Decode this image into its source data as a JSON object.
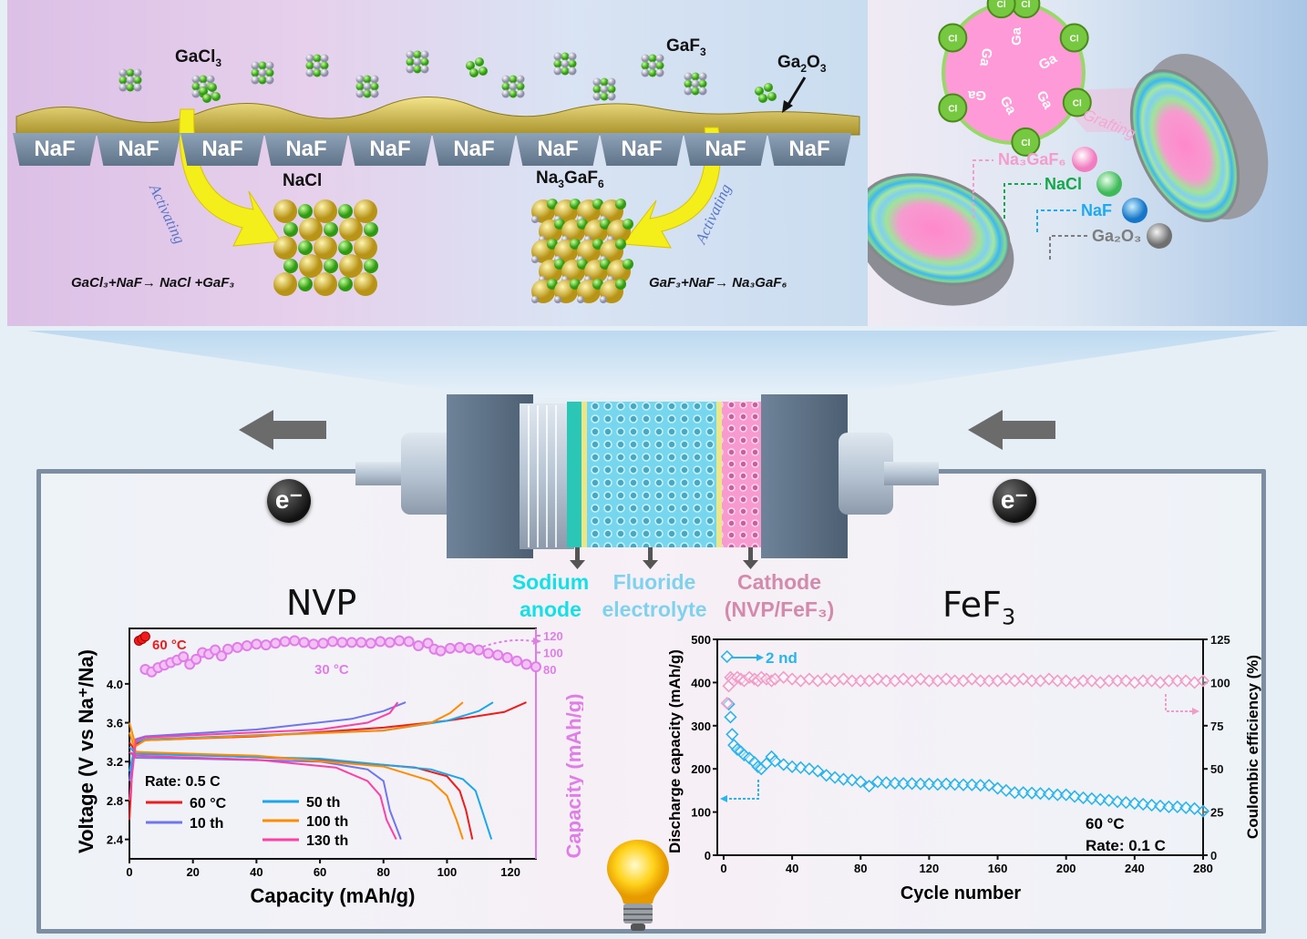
{
  "top_left": {
    "substrate_label": "NaF",
    "naf_count": 10,
    "gacl3": "GaCl",
    "gacl3_sub": "3",
    "gaf3": "GaF",
    "gaf3_sub": "3",
    "ga2o3": "Ga",
    "ga2o3_sub1": "2",
    "ga2o3_mid": "O",
    "ga2o3_sub2": "3",
    "nacl": "NaCl",
    "na3gaf6_a": "Na",
    "na3gaf6_sub1": "3",
    "na3gaf6_b": "GaF",
    "na3gaf6_sub2": "6",
    "activating_left": "Activating",
    "activating_right": "Activating",
    "equation_left": "GaCl₃+NaF→ NaCl +GaF₃",
    "equation_right": "GaF₃+NaF→ Na₃GaF₆"
  },
  "top_right": {
    "grafting": "Grafting",
    "ga_label": "Ga",
    "cl_label": "Cl",
    "legend": [
      {
        "label": "Na₃GaF₆",
        "color": "#f59ccf"
      },
      {
        "label": "NaCl",
        "color": "#14a84a"
      },
      {
        "label": "NaF",
        "color": "#1eaaf0"
      },
      {
        "label": "Ga₂O₃",
        "color": "#7d7d7d"
      }
    ]
  },
  "cell": {
    "electron": "e⁻",
    "anode_line1": "Sodium",
    "anode_line2": "anode",
    "electrolyte_line1": "Fluoride",
    "electrolyte_line2": "electrolyte",
    "cathode_line1": "Cathode",
    "cathode_line2": "(NVP/FeF₃)",
    "anode_color": "#14e0e8",
    "electrolyte_color": "#7fd2ee",
    "cathode_color": "#d48aac"
  },
  "titles": {
    "nvp": "NVP",
    "fef3": "FeF",
    "fef3_sub": "3"
  },
  "chart_data": [
    {
      "type": "line",
      "title": "NVP",
      "xlabel": "Capacity (mAh/g)",
      "ylabel": "Voltage (V vs Na⁺/Na)",
      "y2label": "Capacity (mAh/g)",
      "xlim": [
        0,
        128
      ],
      "ylim": [
        2.2,
        4.57
      ],
      "y2lim": [
        -145,
        128.6
      ],
      "xticks": [
        0,
        20,
        40,
        60,
        80,
        100,
        120
      ],
      "yticks": [
        2.4,
        2.8,
        3.2,
        3.6,
        4.0
      ],
      "y2ticks": [
        80,
        100,
        120
      ],
      "annotations": {
        "rate": "Rate: 0.5 C",
        "temp_hot": "60 °C",
        "temp_cold": "30 °C"
      },
      "series": [
        {
          "name": "60 °C",
          "color": "#ee1c1c",
          "charge": [
            [
              0,
              2.6
            ],
            [
              1,
              3.2
            ],
            [
              2,
              3.38
            ],
            [
              5,
              3.42
            ],
            [
              40,
              3.46
            ],
            [
              80,
              3.55
            ],
            [
              100,
              3.62
            ],
            [
              118,
              3.71
            ],
            [
              125,
              3.81
            ]
          ],
          "discharge": [
            [
              0,
              3.4
            ],
            [
              2,
              3.3
            ],
            [
              20,
              3.27
            ],
            [
              60,
              3.22
            ],
            [
              90,
              3.14
            ],
            [
              100,
              3.05
            ],
            [
              104,
              2.9
            ],
            [
              106,
              2.7
            ],
            [
              108,
              2.4
            ]
          ]
        },
        {
          "name": "10 th",
          "color": "#6f74f0",
          "charge": [
            [
              0,
              3.0
            ],
            [
              2,
              3.43
            ],
            [
              5,
              3.46
            ],
            [
              40,
              3.53
            ],
            [
              70,
              3.64
            ],
            [
              80,
              3.72
            ],
            [
              87,
              3.81
            ]
          ],
          "discharge": [
            [
              0,
              3.3
            ],
            [
              2,
              3.24
            ],
            [
              20,
              3.23
            ],
            [
              60,
              3.2
            ],
            [
              75,
              3.12
            ],
            [
              80,
              3.0
            ],
            [
              82,
              2.7
            ],
            [
              85.5,
              2.4
            ]
          ]
        },
        {
          "name": "50 th",
          "color": "#1aa7ee",
          "charge": [
            [
              0,
              3.1
            ],
            [
              2,
              3.4
            ],
            [
              5,
              3.43
            ],
            [
              80,
              3.52
            ],
            [
              100,
              3.62
            ],
            [
              110,
              3.72
            ],
            [
              114.5,
              3.81
            ]
          ],
          "discharge": [
            [
              0,
              3.35
            ],
            [
              2,
              3.28
            ],
            [
              60,
              3.23
            ],
            [
              95,
              3.12
            ],
            [
              105,
              3.02
            ],
            [
              109,
              2.9
            ],
            [
              111,
              2.7
            ],
            [
              114,
              2.4
            ]
          ]
        },
        {
          "name": "100 th",
          "color": "#ff8c00",
          "charge": [
            [
              0,
              3.6
            ],
            [
              2,
              3.36
            ],
            [
              5,
              3.42
            ],
            [
              80,
              3.52
            ],
            [
              95,
              3.6
            ],
            [
              101,
              3.7
            ],
            [
              105,
              3.81
            ]
          ],
          "discharge": [
            [
              0,
              3.5
            ],
            [
              2,
              3.3
            ],
            [
              40,
              3.26
            ],
            [
              80,
              3.15
            ],
            [
              95,
              3.0
            ],
            [
              100,
              2.85
            ],
            [
              103,
              2.6
            ],
            [
              105,
              2.4
            ]
          ]
        },
        {
          "name": "130 th",
          "color": "#ff3fa4",
          "charge": [
            [
              0,
              2.8
            ],
            [
              2,
              3.42
            ],
            [
              5,
              3.45
            ],
            [
              60,
              3.53
            ],
            [
              75,
              3.6
            ],
            [
              82,
              3.7
            ],
            [
              84.5,
              3.81
            ]
          ],
          "discharge": [
            [
              0,
              3.3
            ],
            [
              2,
              3.26
            ],
            [
              40,
              3.22
            ],
            [
              65,
              3.14
            ],
            [
              75,
              3.0
            ],
            [
              79,
              2.85
            ],
            [
              81,
              2.6
            ],
            [
              84,
              2.4
            ]
          ]
        }
      ],
      "hot_capacity_points": {
        "color": "#ee1c1c",
        "x": [
          3,
          4,
          5
        ],
        "y": [
          114,
          116,
          119
        ]
      },
      "cold_capacity_series": {
        "name": "30 °C",
        "color": "#e07de8",
        "x": [
          5,
          7,
          9,
          11,
          13,
          15,
          17,
          19,
          21,
          23,
          25,
          27,
          29,
          31,
          34,
          37,
          40,
          43,
          46,
          49,
          52,
          55,
          58,
          61,
          64,
          67,
          70,
          73,
          76,
          79,
          82,
          85,
          88,
          91,
          94,
          96,
          98,
          101,
          104,
          107,
          110,
          113,
          116,
          119,
          122,
          125,
          128
        ],
        "y": [
          80,
          77,
          82,
          85,
          88,
          91,
          95,
          86,
          92,
          100,
          98,
          103,
          96,
          104,
          106,
          108,
          110,
          109,
          111,
          113,
          114,
          112,
          110,
          111,
          113,
          112,
          112,
          112,
          111,
          113,
          112,
          114,
          113,
          108,
          111,
          104,
          102,
          105,
          106,
          105,
          103,
          99,
          97,
          94,
          90,
          86,
          83
        ]
      }
    },
    {
      "type": "scatter",
      "title": "FeF3",
      "xlabel": "Cycle number",
      "ylabel": "Discharge capacity (mAh/g)",
      "y2label": "Coulombic efficiency (%)",
      "xlim": [
        -3.7,
        280
      ],
      "ylim": [
        0,
        500
      ],
      "y2lim": [
        0,
        125
      ],
      "xticks": [
        0,
        40,
        80,
        120,
        160,
        200,
        240,
        280
      ],
      "yticks": [
        0,
        100,
        200,
        300,
        400,
        500
      ],
      "y2ticks": [
        0,
        25,
        50,
        75,
        100,
        125
      ],
      "annotations": {
        "second": "2 nd",
        "temp": "60 °C",
        "rate": "Rate: 0.1 C"
      },
      "x": [
        2,
        3,
        4,
        5,
        6,
        8,
        10,
        12,
        15,
        18,
        20,
        22,
        25,
        28,
        30,
        35,
        40,
        45,
        50,
        55,
        60,
        65,
        70,
        75,
        80,
        85,
        90,
        95,
        100,
        105,
        110,
        115,
        120,
        125,
        130,
        135,
        140,
        145,
        150,
        155,
        160,
        165,
        170,
        175,
        180,
        185,
        190,
        195,
        200,
        205,
        210,
        215,
        220,
        225,
        230,
        235,
        240,
        245,
        250,
        255,
        260,
        265,
        270,
        275,
        280
      ],
      "series": [
        {
          "name": "Discharge capacity",
          "color": "#2ab4ee",
          "axis": "left",
          "values": [
            460,
            350,
            320,
            280,
            255,
            245,
            240,
            232,
            225,
            215,
            205,
            200,
            212,
            228,
            218,
            210,
            205,
            203,
            200,
            195,
            185,
            180,
            176,
            174,
            170,
            160,
            170,
            168,
            167,
            166,
            166,
            165,
            165,
            164,
            165,
            164,
            163,
            163,
            162,
            162,
            155,
            150,
            145,
            145,
            144,
            143,
            142,
            140,
            140,
            136,
            133,
            131,
            129,
            127,
            124,
            122,
            120,
            118,
            116,
            114,
            112,
            112,
            110,
            108,
            102
          ]
        },
        {
          "name": "Coulombic efficiency",
          "color": "#f29cc8",
          "axis": "right",
          "values": [
            88,
            98,
            103,
            102,
            101,
            103,
            102,
            101,
            103,
            102,
            101,
            103,
            102,
            101,
            102,
            103,
            102,
            101,
            102,
            101,
            102,
            101,
            102,
            101,
            101,
            101,
            102,
            101,
            101,
            102,
            101,
            102,
            101,
            101,
            102,
            101,
            101,
            102,
            101,
            101,
            101,
            102,
            101,
            102,
            101,
            101,
            102,
            101,
            101,
            100,
            101,
            101,
            100,
            101,
            101,
            101,
            100,
            101,
            101,
            100,
            101,
            101,
            101,
            100,
            101
          ]
        }
      ]
    }
  ]
}
